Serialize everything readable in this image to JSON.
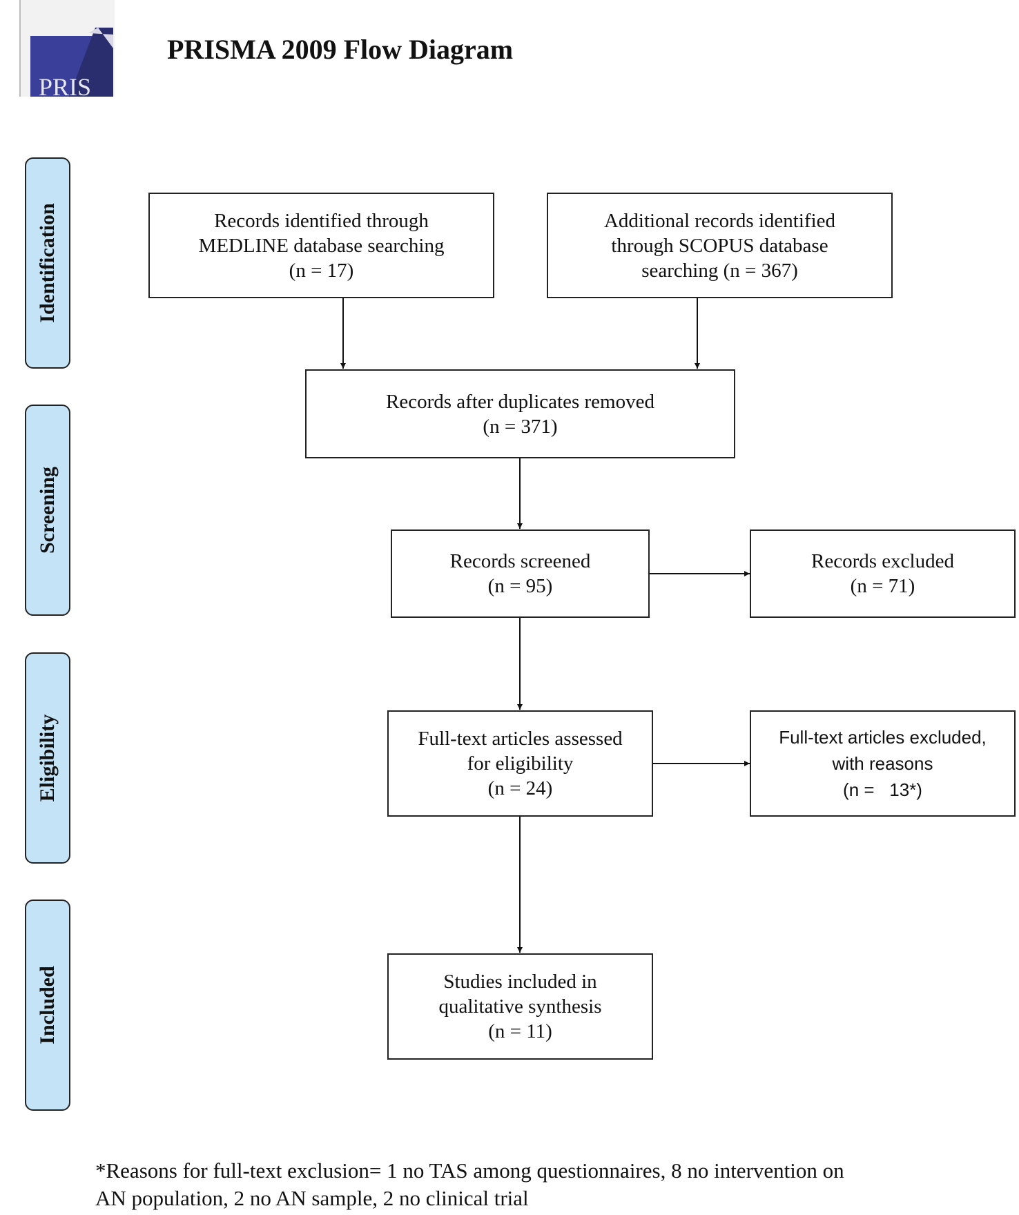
{
  "header": {
    "title": "PRISMA 2009 Flow Diagram",
    "logo_text": "PRIS"
  },
  "phases": [
    {
      "id": "identification",
      "label": "Identification"
    },
    {
      "id": "screening",
      "label": "Screening"
    },
    {
      "id": "eligibility",
      "label": "Eligibility"
    },
    {
      "id": "included",
      "label": "Included"
    }
  ],
  "boxes": {
    "medline": [
      "Records identified through",
      "MEDLINE database searching",
      "(n = 17)"
    ],
    "scopus": [
      "Additional records identified",
      "through SCOPUS database",
      "searching (n = 367)"
    ],
    "duplicates": [
      "Records after duplicates removed",
      "(n = 371)"
    ],
    "screened": [
      "Records screened",
      "(n = 95)"
    ],
    "excluded": [
      "Records excluded",
      "(n = 71)"
    ],
    "fulltext": [
      "Full-text articles assessed",
      "for eligibility",
      "(n = 24)"
    ],
    "fulltext_excluded": [
      "Full-text articles excluded,",
      "with reasons",
      "(n =   13*)"
    ],
    "included": [
      "Studies included in",
      "qualitative synthesis",
      "(n = 11)"
    ]
  },
  "footnote": [
    "*Reasons for full-text exclusion= 1 no TAS among questionnaires, 8 no intervention on",
    "AN population, 2 no AN sample, 2 no clinical trial"
  ],
  "colors": {
    "phase_fill": "#c5e3f6",
    "logo_blue": "#3a3f9a",
    "stroke": "#222222"
  }
}
